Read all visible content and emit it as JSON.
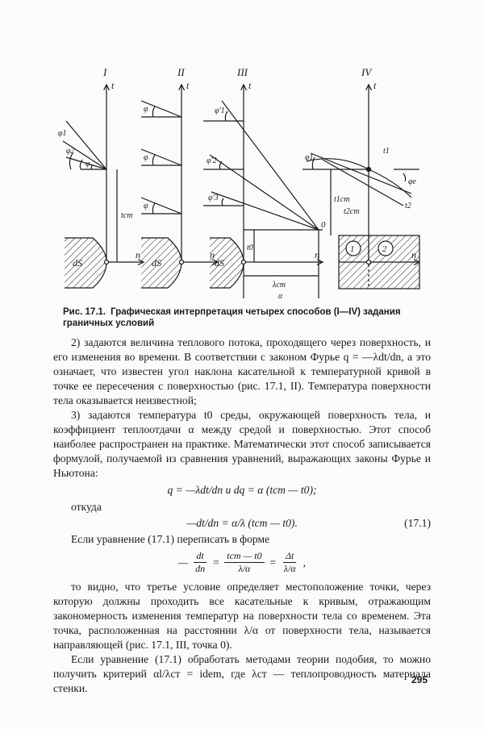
{
  "figure": {
    "panel_labels": [
      "I",
      "II",
      "III",
      "IV"
    ],
    "axis_t": "t",
    "axis_n": "n",
    "ds": "dS",
    "phi": "φ",
    "phi1": "φ1",
    "phi2": "φ2",
    "phi1p": "φ'1",
    "phi2p": "φ'2",
    "phi3p": "φ'3",
    "phi_e": "φe",
    "t_cm": "tcm",
    "t1_cm": "t1cm",
    "t2_cm": "t2cm",
    "t0": "t0",
    "lambda_cm": "λcm",
    "alpha": "α",
    "point_0": "0",
    "t1": "t1",
    "t2": "t2",
    "region_1": "1",
    "region_2": "2"
  },
  "caption": {
    "number": "Рис. 17.1.",
    "text": "Графическая интерпретация четырех способов (I—IV) задания граничных условий"
  },
  "body": {
    "p1": "2) задаются величина теплового потока, проходящего через поверхность, и его изменения во времени. В соответствии с законом Фурье q = —λdt/dn, а это означает, что известен угол наклона касательной к температурной кривой в точке ее пересечения с поверхностью (рис. 17.1, II). Температура поверхности тела оказывается неизвестной;",
    "p2": "3) задаются температура t0 среды, окружающей поверхность тела, и коэффициент теплоотдачи α между средой и поверхностью. Этот способ наиболее распространен на практике. Математически этот способ записывается формулой, получаемой из сравнения уравнений, выражающих законы Фурье и Ньютона:",
    "formula1": "q = —λdt/dn и dq = α (tст — t0);",
    "otkuda": "откуда",
    "formula2": "—dt/dn = α/λ (tст — t0).",
    "eq_number": "(17.1)",
    "p3": "Если уравнение (17.1) переписать в форме",
    "frac_formula": {
      "lead": "—",
      "f1_num": "dt",
      "f1_den": "dn",
      "eq1": "=",
      "f2_num": "tст — t0",
      "f2_den": "λ/α",
      "eq2": "=",
      "f3_num": "Δt",
      "f3_den": "λ/α",
      "tail": ","
    },
    "p4": "то видно, что третье условие определяет местоположение точки, через которую должны проходить все касательные к кривым, отражающим закономерность изменения температур на поверхности тела со временем. Эта точка, расположенная на расстоянии λ/α от поверхности тела, называется направляющей (рис. 17.1, III, точка 0).",
    "p5": "Если уравнение (17.1) обработать методами теории подобия, то можно получить критерий αl/λст = idem, где λст — теплопроводность материала стенки."
  },
  "page_number": "295"
}
